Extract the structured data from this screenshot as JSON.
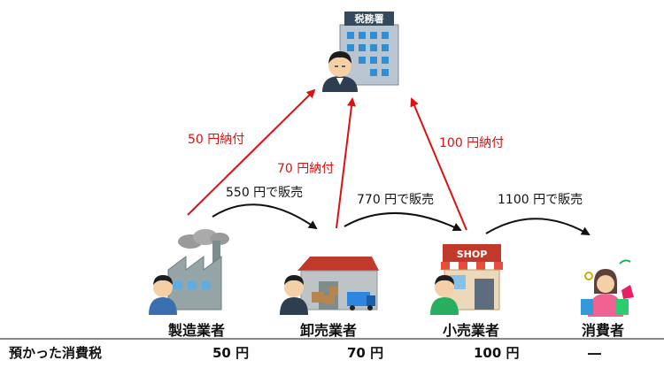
{
  "tax_office": {
    "sign": "税務署"
  },
  "shop_sign": "SHOP",
  "payments": [
    {
      "label": "50 円納付"
    },
    {
      "label": "70 円納付"
    },
    {
      "label": "100 円納付"
    }
  ],
  "sales": [
    {
      "label": "550 円で販売"
    },
    {
      "label": "770 円で販売"
    },
    {
      "label": "1100 円で販売"
    }
  ],
  "actors": [
    {
      "name": "製造業者",
      "tax": "50 円"
    },
    {
      "name": "卸売業者",
      "tax": "70 円"
    },
    {
      "name": "小売業者",
      "tax": "100 円"
    },
    {
      "name": "消費者",
      "tax": "―"
    }
  ],
  "table": {
    "row_label": "預かった消費税"
  },
  "colors": {
    "payment_arrow": "#dd1111",
    "sale_arrow": "#111111"
  }
}
